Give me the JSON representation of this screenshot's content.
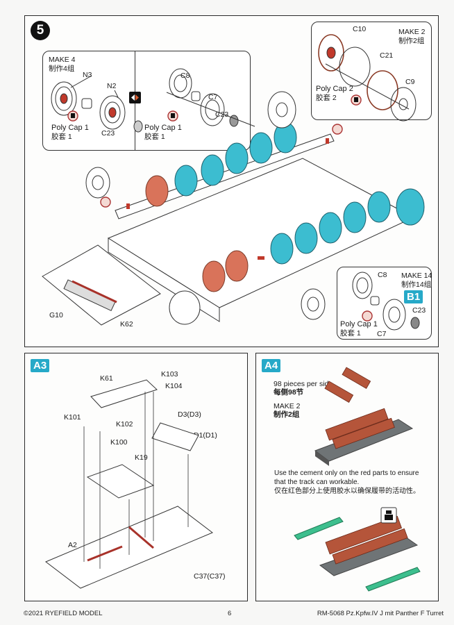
{
  "step5": {
    "step_number": "5",
    "subassembly_left": {
      "make_en": "MAKE 4",
      "make_cn": "制作4组",
      "parts": [
        "N3",
        "N2",
        "C23"
      ],
      "polycap_en": "Poly Cap 1",
      "polycap_cn": "胶套 1"
    },
    "subassembly_middle": {
      "parts": [
        "C8",
        "C7",
        "C23"
      ],
      "polycap_en": "Poly Cap 1",
      "polycap_cn": "胶套 1"
    },
    "subassembly_top_right": {
      "make_en": "MAKE 2",
      "make_cn": "制作2组",
      "parts": [
        "C10",
        "C21",
        "C9"
      ],
      "polycap_en": "Poly Cap 2",
      "polycap_cn": "胶套 2"
    },
    "subassembly_bottom_right": {
      "make_en": "MAKE 14",
      "make_cn": "制作14组",
      "badge": "B1",
      "parts": [
        "C8",
        "C7",
        "C23"
      ],
      "polycap_en": "Poly Cap 1",
      "polycap_cn": "胶套 1"
    },
    "hull_parts": [
      "G10",
      "K62"
    ],
    "colors": {
      "new_part": "#3cbdd0",
      "alt_part": "#d9735a",
      "cement": "#c0392b"
    }
  },
  "a3": {
    "badge": "A3",
    "parts": [
      "K61",
      "K103",
      "K104",
      "K101",
      "K102",
      "D3(D3)",
      "D1(D1)",
      "K100",
      "K19",
      "A2",
      "C37(C37)"
    ]
  },
  "a4": {
    "badge": "A4",
    "pieces_en": "98 pieces per side",
    "pieces_cn": "每侧98节",
    "make_en": "MAKE 2",
    "make_cn": "制作2组",
    "note_en_1": "Use the cement only on the red parts to ensure",
    "note_en_2": "that the track can workable.",
    "note_cn": "仅在红色部分上使用胶水以确保履带的活动性。",
    "colors": {
      "track": "#b5553a",
      "jig": "#6f7476",
      "sprue": "#3dbf8e"
    }
  },
  "footer": {
    "copyright": "©2021 RYEFIELD MODEL",
    "page": "6",
    "kit": "RM-5068 Pz.Kpfw.IV J mit Panther F Turret"
  }
}
